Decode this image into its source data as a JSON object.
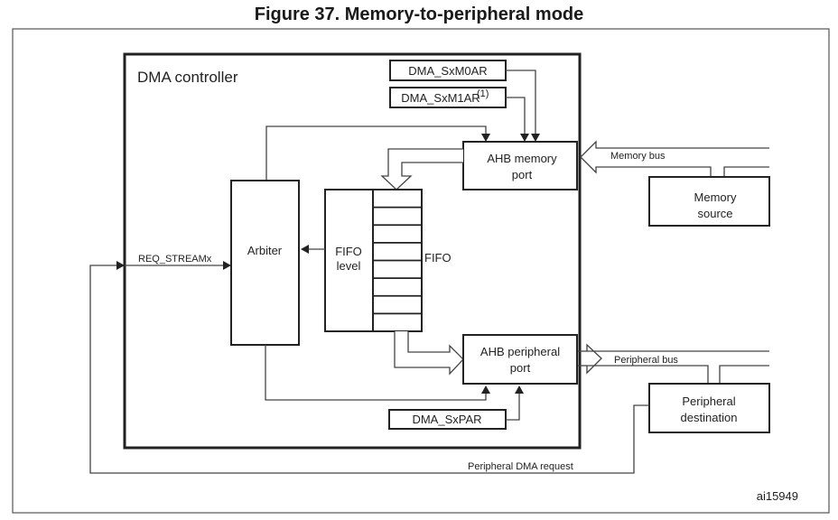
{
  "figure": {
    "title": "Figure 37. Memory-to-peripheral mode",
    "id_label": "ai15949"
  },
  "dma_controller": {
    "label": "DMA controller",
    "registers": {
      "m0ar": "DMA_SxM0AR",
      "m1ar": "DMA_SxM1AR",
      "m1ar_footnote": "(1)",
      "par": "DMA_SxPAR"
    },
    "blocks": {
      "arbiter": "Arbiter",
      "fifo_level_line1": "FIFO",
      "fifo_level_line2": "level",
      "fifo": "FIFO",
      "fifo_slots": 8,
      "ahb_memory_line1": "AHB memory",
      "ahb_memory_line2": "port",
      "ahb_peripheral_line1": "AHB peripheral",
      "ahb_peripheral_line2": "port"
    },
    "signals": {
      "req_stream": "REQ_STREAMx"
    }
  },
  "external": {
    "memory_bus": "Memory bus",
    "memory_source_line1": "Memory",
    "memory_source_line2": "source",
    "peripheral_bus": "Peripheral bus",
    "peripheral_dest_line1": "Peripheral",
    "peripheral_dest_line2": "destination",
    "peripheral_dma_request": "Peripheral DMA request"
  }
}
